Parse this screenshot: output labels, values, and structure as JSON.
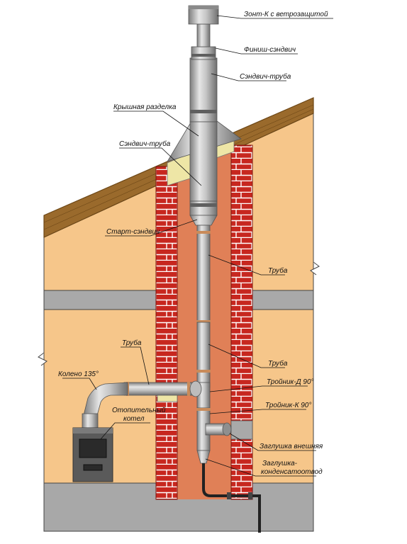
{
  "labels": {
    "cap": "Зонт-К с ветрозащитой",
    "finish_sandwich": "Финиш-сэндвич",
    "sandwich_pipe_top": "Сэндвич-труба",
    "roof_cut": "Крышная разделка",
    "sandwich_pipe_mid": "Сэндвич-труба",
    "start_sandwich": "Старт-сэндвич",
    "pipe_upper": "Труба",
    "pipe_left": "Труба",
    "pipe_lower": "Труба",
    "elbow": "Колено 135°",
    "tee_d": "Тройник-Д 90°",
    "tee_k": "Тройник-К 90°",
    "boiler_line1": "Отопительный",
    "boiler_line2": "котел",
    "plug_external": "Заглушка внешняя",
    "drain_line1": "Заглушка-",
    "drain_line2": "конденсатоотвод"
  },
  "colors": {
    "wall": "#f6c68a",
    "floor_slab": "#a9a9a9",
    "roof_wood": "#9a6a2c",
    "roof_edge": "#6d4716",
    "brick": "#c7271f",
    "mortar": "#ffffff",
    "shaft_inner": "#e08057",
    "insulation": "#eee6a6",
    "steel": "#b5b5b5",
    "boiler": "#5a5a5a",
    "ground": "#a8a8a8"
  }
}
